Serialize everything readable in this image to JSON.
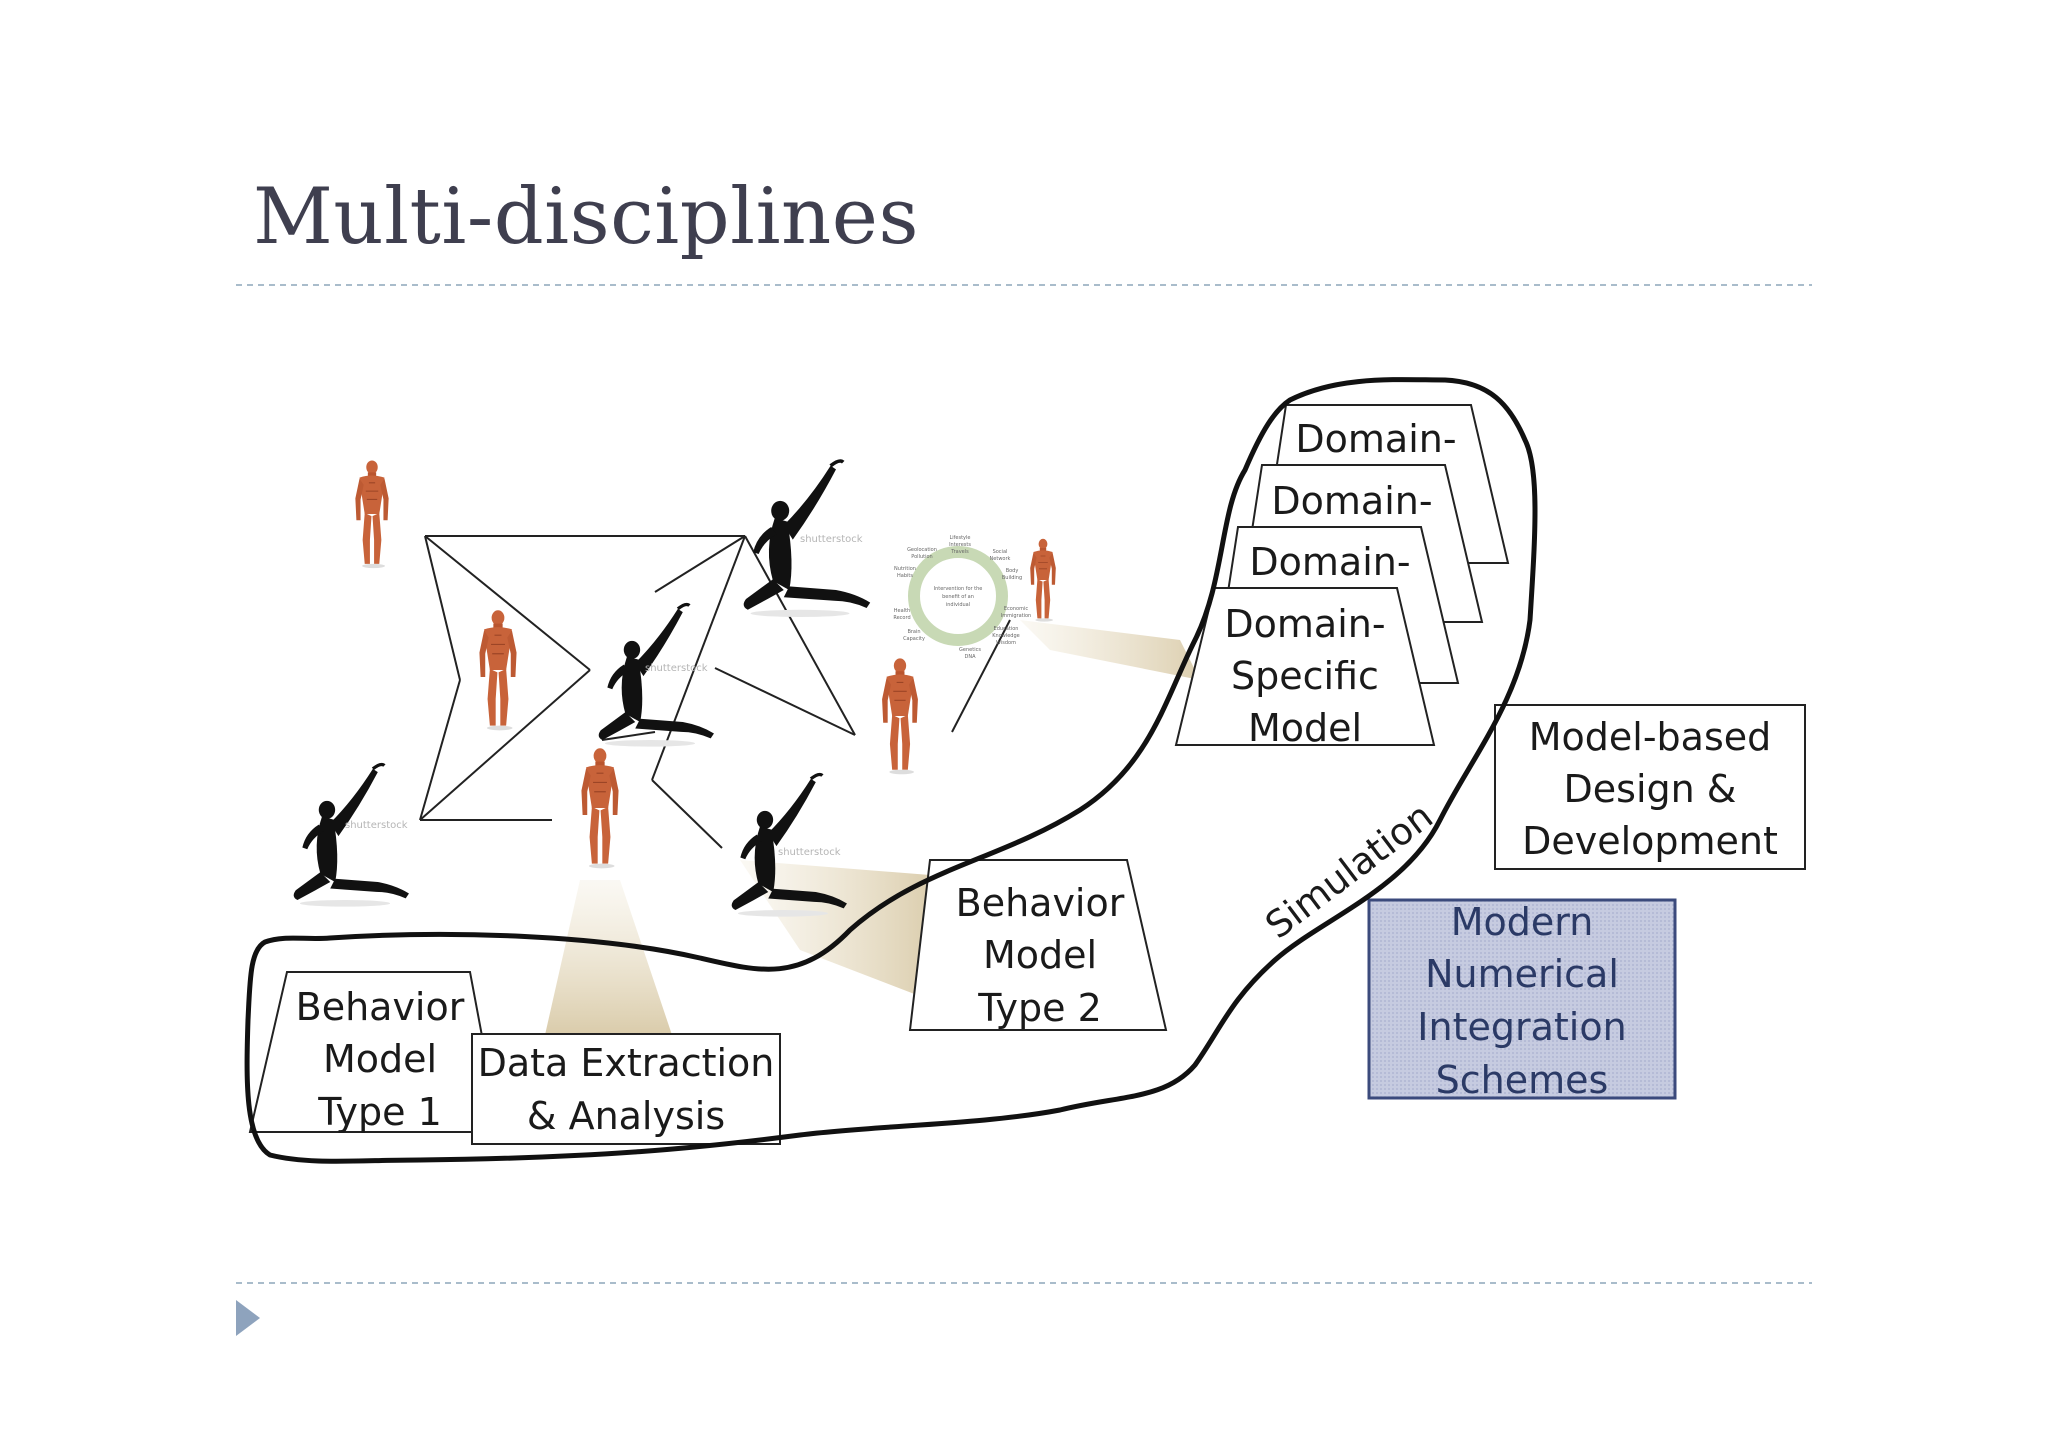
{
  "slide": {
    "title": "Multi-disciplines"
  },
  "diagram": {
    "domain_boxes": [
      {
        "lines": [
          "Domain-"
        ]
      },
      {
        "lines": [
          "Domain-"
        ]
      },
      {
        "lines": [
          "Domain-"
        ]
      },
      {
        "lines": [
          "Domain-",
          "Specific",
          "Model"
        ]
      }
    ],
    "model_based": {
      "lines": [
        "Model-based",
        "Design &",
        "Development"
      ]
    },
    "modern_numerical": {
      "lines": [
        "Modern",
        "Numerical",
        "Integration",
        "Schemes"
      ]
    },
    "behavior_type2": {
      "lines": [
        "Behavior",
        "Model",
        "Type 2"
      ]
    },
    "behavior_type1": {
      "lines": [
        "Behavior",
        "Model",
        "Type 1"
      ]
    },
    "data_extraction": {
      "lines": [
        "Data Extraction",
        "& Analysis"
      ]
    },
    "simulation_label": "Simulation",
    "watermark": "shutterstock",
    "wellness_wheel": {
      "center": [
        "Intervention for the",
        "benefit of an",
        "individual"
      ],
      "labels": [
        "Lifestyle",
        "Interests",
        "Travels",
        "Social",
        "Network",
        "Body",
        "Building",
        "Economic",
        "Immigration",
        "Education",
        "Knowledge",
        "Wisdom",
        "Genetics",
        "DNA",
        "Brain",
        "Capacity",
        "Health",
        "Record",
        "Nutrition",
        "Habits",
        "Geolocation",
        "Pollution"
      ]
    }
  },
  "colors": {
    "title": "#3f3f4f",
    "dashed_rule": "#a9bccb",
    "modern_fill": "#c2c8df",
    "modern_border": "#3b4a7c",
    "modern_text": "#2b3a66",
    "bullet": "#8ea3bd",
    "body_figure": "#c8633a",
    "silhouette": "#111111",
    "beam": "#d8c9a6"
  }
}
